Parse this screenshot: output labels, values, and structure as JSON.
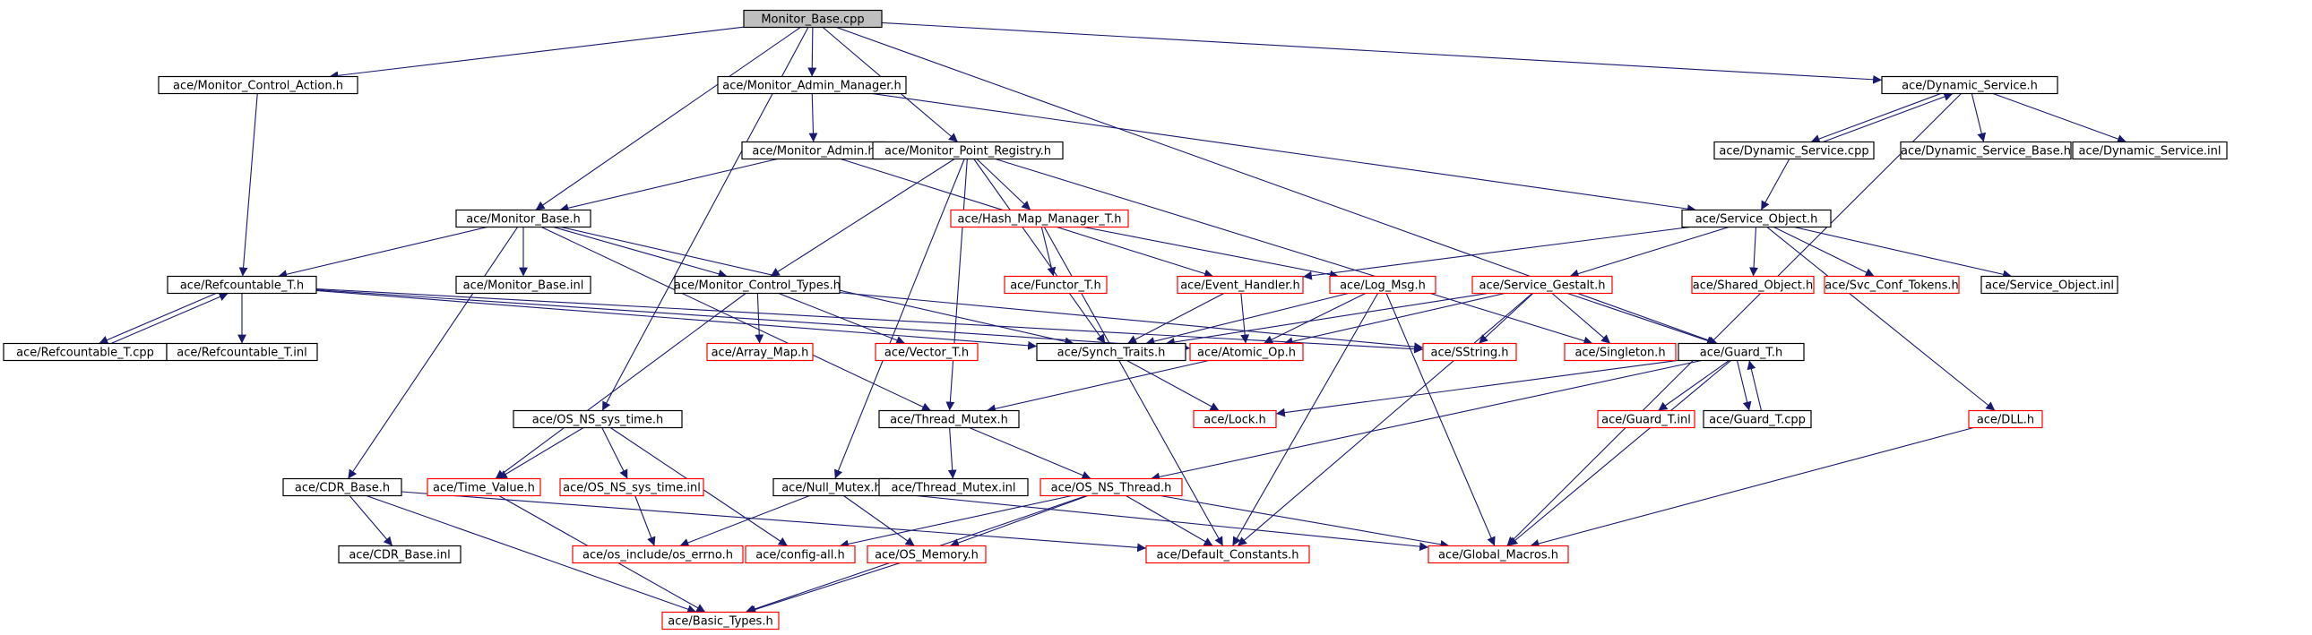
{
  "graph": {
    "colors": {
      "root_fill": "#bfbfbf",
      "normal_border": "#000000",
      "missing_border": "#ff0000",
      "edge": "#191970"
    },
    "nodes": [
      {
        "id": "root",
        "label": "Monitor_Base.cpp",
        "kind": "root"
      },
      {
        "id": "mca",
        "label": "ace/Monitor_Control_Action.h",
        "kind": "normal"
      },
      {
        "id": "mam",
        "label": "ace/Monitor_Admin_Manager.h",
        "kind": "normal"
      },
      {
        "id": "ds",
        "label": "ace/Dynamic_Service.h",
        "kind": "normal"
      },
      {
        "id": "ma",
        "label": "ace/Monitor_Admin.h",
        "kind": "normal"
      },
      {
        "id": "mpr",
        "label": "ace/Monitor_Point_Registry.h",
        "kind": "normal"
      },
      {
        "id": "dscpp",
        "label": "ace/Dynamic_Service.cpp",
        "kind": "normal"
      },
      {
        "id": "dsb",
        "label": "ace/Dynamic_Service_Base.h",
        "kind": "normal"
      },
      {
        "id": "dsi",
        "label": "ace/Dynamic_Service.inl",
        "kind": "normal"
      },
      {
        "id": "mb",
        "label": "ace/Monitor_Base.h",
        "kind": "normal"
      },
      {
        "id": "hmm",
        "label": "ace/Hash_Map_Manager_T.h",
        "kind": "missing"
      },
      {
        "id": "so",
        "label": "ace/Service_Object.h",
        "kind": "normal"
      },
      {
        "id": "rc",
        "label": "ace/Refcountable_T.h",
        "kind": "normal"
      },
      {
        "id": "mbi",
        "label": "ace/Monitor_Base.inl",
        "kind": "normal"
      },
      {
        "id": "mct",
        "label": "ace/Monitor_Control_Types.h",
        "kind": "normal"
      },
      {
        "id": "fun",
        "label": "ace/Functor_T.h",
        "kind": "missing"
      },
      {
        "id": "eh",
        "label": "ace/Event_Handler.h",
        "kind": "missing"
      },
      {
        "id": "lm",
        "label": "ace/Log_Msg.h",
        "kind": "missing"
      },
      {
        "id": "sg",
        "label": "ace/Service_Gestalt.h",
        "kind": "missing"
      },
      {
        "id": "sho",
        "label": "ace/Shared_Object.h",
        "kind": "missing"
      },
      {
        "id": "sct",
        "label": "ace/Svc_Conf_Tokens.h",
        "kind": "missing"
      },
      {
        "id": "soi",
        "label": "ace/Service_Object.inl",
        "kind": "normal"
      },
      {
        "id": "rccpp",
        "label": "ace/Refcountable_T.cpp",
        "kind": "normal"
      },
      {
        "id": "rci",
        "label": "ace/Refcountable_T.inl",
        "kind": "normal"
      },
      {
        "id": "am",
        "label": "ace/Array_Map.h",
        "kind": "missing"
      },
      {
        "id": "vt",
        "label": "ace/Vector_T.h",
        "kind": "missing"
      },
      {
        "id": "st",
        "label": "ace/Synch_Traits.h",
        "kind": "normal"
      },
      {
        "id": "ao",
        "label": "ace/Atomic_Op.h",
        "kind": "missing"
      },
      {
        "id": "ss",
        "label": "ace/SString.h",
        "kind": "missing"
      },
      {
        "id": "sing",
        "label": "ace/Singleton.h",
        "kind": "missing"
      },
      {
        "id": "gt",
        "label": "ace/Guard_T.h",
        "kind": "normal"
      },
      {
        "id": "osst",
        "label": "ace/OS_NS_sys_time.h",
        "kind": "normal"
      },
      {
        "id": "tm",
        "label": "ace/Thread_Mutex.h",
        "kind": "normal"
      },
      {
        "id": "lock",
        "label": "ace/Lock.h",
        "kind": "missing"
      },
      {
        "id": "gti",
        "label": "ace/Guard_T.inl",
        "kind": "missing"
      },
      {
        "id": "gtcpp",
        "label": "ace/Guard_T.cpp",
        "kind": "normal"
      },
      {
        "id": "dll",
        "label": "ace/DLL.h",
        "kind": "missing"
      },
      {
        "id": "cdr",
        "label": "ace/CDR_Base.h",
        "kind": "normal"
      },
      {
        "id": "tv",
        "label": "ace/Time_Value.h",
        "kind": "missing"
      },
      {
        "id": "osstinl",
        "label": "ace/OS_NS_sys_time.inl",
        "kind": "missing"
      },
      {
        "id": "nm",
        "label": "ace/Null_Mutex.h",
        "kind": "normal"
      },
      {
        "id": "tmi",
        "label": "ace/Thread_Mutex.inl",
        "kind": "normal"
      },
      {
        "id": "ost",
        "label": "ace/OS_NS_Thread.h",
        "kind": "missing"
      },
      {
        "id": "cdri",
        "label": "ace/CDR_Base.inl",
        "kind": "normal"
      },
      {
        "id": "err",
        "label": "ace/os_include/os_errno.h",
        "kind": "missing"
      },
      {
        "id": "cfg",
        "label": "ace/config-all.h",
        "kind": "missing"
      },
      {
        "id": "osm",
        "label": "ace/OS_Memory.h",
        "kind": "missing"
      },
      {
        "id": "dc",
        "label": "ace/Default_Constants.h",
        "kind": "missing"
      },
      {
        "id": "gm",
        "label": "ace/Global_Macros.h",
        "kind": "missing"
      },
      {
        "id": "bt",
        "label": "ace/Basic_Types.h",
        "kind": "missing"
      }
    ],
    "edges": [
      [
        "root",
        "mca"
      ],
      [
        "root",
        "mam"
      ],
      [
        "root",
        "ds"
      ],
      [
        "root",
        "mb"
      ],
      [
        "root",
        "mpr"
      ],
      [
        "root",
        "osst"
      ],
      [
        "root",
        "gt"
      ],
      [
        "mca",
        "rc"
      ],
      [
        "mam",
        "ma"
      ],
      [
        "mam",
        "so"
      ],
      [
        "ds",
        "dscpp"
      ],
      [
        "ds",
        "dsb"
      ],
      [
        "ds",
        "dsi"
      ],
      [
        "ds",
        "gm"
      ],
      [
        "dscpp",
        "ds"
      ],
      [
        "dscpp",
        "so"
      ],
      [
        "ma",
        "mb"
      ],
      [
        "ma",
        "eh"
      ],
      [
        "mpr",
        "hmm"
      ],
      [
        "mpr",
        "mct"
      ],
      [
        "mpr",
        "st"
      ],
      [
        "mpr",
        "tm"
      ],
      [
        "mpr",
        "nm"
      ],
      [
        "mpr",
        "sing"
      ],
      [
        "mb",
        "rc"
      ],
      [
        "mb",
        "mbi"
      ],
      [
        "mb",
        "mct"
      ],
      [
        "mb",
        "cdr"
      ],
      [
        "mb",
        "tm"
      ],
      [
        "mb",
        "st"
      ],
      [
        "hmm",
        "fun"
      ],
      [
        "hmm",
        "lm"
      ],
      [
        "hmm",
        "dc"
      ],
      [
        "so",
        "eh"
      ],
      [
        "so",
        "sg"
      ],
      [
        "so",
        "sho"
      ],
      [
        "so",
        "sct"
      ],
      [
        "so",
        "soi"
      ],
      [
        "so",
        "dll"
      ],
      [
        "rc",
        "rccpp"
      ],
      [
        "rc",
        "rci"
      ],
      [
        "rc",
        "st"
      ],
      [
        "rc",
        "ao"
      ],
      [
        "rc",
        "ss"
      ],
      [
        "rccpp",
        "rc"
      ],
      [
        "mct",
        "am"
      ],
      [
        "mct",
        "vt"
      ],
      [
        "mct",
        "tv"
      ],
      [
        "mct",
        "ss"
      ],
      [
        "eh",
        "st"
      ],
      [
        "eh",
        "ao"
      ],
      [
        "lm",
        "st"
      ],
      [
        "lm",
        "ao"
      ],
      [
        "lm",
        "dc"
      ],
      [
        "lm",
        "gm"
      ],
      [
        "sg",
        "st"
      ],
      [
        "sg",
        "ao"
      ],
      [
        "sg",
        "ss"
      ],
      [
        "sg",
        "sing"
      ],
      [
        "sg",
        "gt"
      ],
      [
        "sg",
        "dc"
      ],
      [
        "st",
        "lock"
      ],
      [
        "ao",
        "tm"
      ],
      [
        "gt",
        "lock"
      ],
      [
        "gt",
        "gti"
      ],
      [
        "gt",
        "gtcpp"
      ],
      [
        "gt",
        "ost"
      ],
      [
        "gt",
        "gm"
      ],
      [
        "gtcpp",
        "gt"
      ],
      [
        "osst",
        "tv"
      ],
      [
        "osst",
        "osstinl"
      ],
      [
        "osst",
        "cfg"
      ],
      [
        "tm",
        "tmi"
      ],
      [
        "tm",
        "ost"
      ],
      [
        "cdr",
        "cdri"
      ],
      [
        "cdr",
        "dc"
      ],
      [
        "cdr",
        "bt"
      ],
      [
        "tv",
        "bt"
      ],
      [
        "osstinl",
        "err"
      ],
      [
        "nm",
        "err"
      ],
      [
        "nm",
        "osm"
      ],
      [
        "nm",
        "gm"
      ],
      [
        "ost",
        "cfg"
      ],
      [
        "ost",
        "osm"
      ],
      [
        "ost",
        "dc"
      ],
      [
        "ost",
        "gm"
      ],
      [
        "ost",
        "bt"
      ],
      [
        "osm",
        "bt"
      ],
      [
        "dll",
        "gm"
      ]
    ]
  }
}
